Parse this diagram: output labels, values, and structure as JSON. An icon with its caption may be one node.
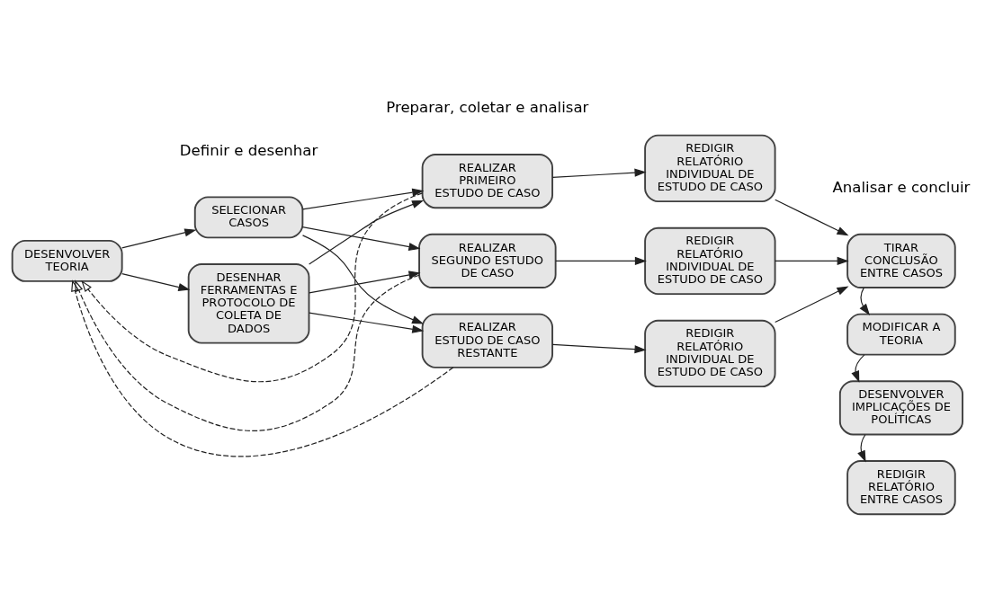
{
  "diagram": {
    "nodes": [
      {
        "text": [
          "DESENVOLVER TEORIA"
        ]
      },
      {
        "text": [
          "SELECIONAR CASOS"
        ]
      },
      {
        "text": [
          "DESENHAR FERRAMENTAS E PROTOCOLO DE COLETA DE DADOS"
        ]
      },
      {
        "text": [
          "REALIZAR PRIMEIRO ESTUDO DE CASO"
        ]
      },
      {
        "text": [
          "REALIZAR SEGUNDO ESTUDO DE CASO"
        ]
      },
      {
        "text": [
          "REALIZAR ESTUDO DE CASO RESTANTE"
        ]
      },
      {
        "text": [
          "REDIGIR RELATÓRIO INDIVIDUAL DE ESTUDO DE CASO"
        ]
      },
      {
        "text": [
          "REDIGIR RELATÓRIO INDIVIDUAL DE ESTUDO DE CASO"
        ]
      },
      {
        "text": [
          "REDIGIR RELATÓRIO INDIVIDUAL DE ESTUDO DE CASO"
        ]
      },
      {
        "text": [
          "TIRAR CONCLUSÃO ENTRE CASOS"
        ]
      },
      {
        "text": [
          "MODIFICAR A TEORIA"
        ]
      },
      {
        "text": [
          "DESENVOLVER IMPLICAÇÕES DE POLÍTICAS"
        ]
      },
      {
        "text": [
          "REDIGIR RELATÓRIO ENTRE CASOS"
        ]
      }
    ],
    "edges": [
      {
        "from": 0,
        "to": 1,
        "arrow": "to"
      },
      {
        "from": 0,
        "to": 2,
        "arrow": "to"
      },
      {
        "from": 1,
        "to": 3,
        "arrow": "to"
      },
      {
        "from": 1,
        "to": 4,
        "arrow": "to"
      },
      {
        "from": 1,
        "to": 5,
        "arrow": "to"
      },
      {
        "from": 2,
        "to": 3,
        "arrow": "to"
      },
      {
        "from": 2,
        "to": 4,
        "arrow": "to"
      },
      {
        "from": 2,
        "to": 5,
        "arrow": "to"
      },
      {
        "from": 3,
        "to": 6,
        "arrow": "to"
      },
      {
        "from": 4,
        "to": 7,
        "arrow": "to"
      },
      {
        "from": 5,
        "to": 8,
        "arrow": "to"
      },
      {
        "from": 6,
        "to": 9,
        "arrow": "to"
      },
      {
        "from": 7,
        "to": 9,
        "arrow": "to"
      },
      {
        "from": 8,
        "to": 9,
        "arrow": "to"
      },
      {
        "from": 9,
        "to": 10,
        "arrow": "to"
      },
      {
        "from": 10,
        "to": 11,
        "arrow": "to"
      },
      {
        "from": 11,
        "to": 12,
        "arrow": "to"
      },
      {
        "from": 3,
        "to": 0,
        "arrow": "to",
        "style": "dashed"
      },
      {
        "from": 4,
        "to": 0,
        "arrow": "to",
        "style": "dashed"
      },
      {
        "from": 5,
        "to": 0,
        "arrow": "to",
        "style": "dashed"
      }
    ],
    "labels": [
      "Definir e desenhar",
      "Preparar, coletar e analisar",
      "Analisar e concluir"
    ]
  }
}
